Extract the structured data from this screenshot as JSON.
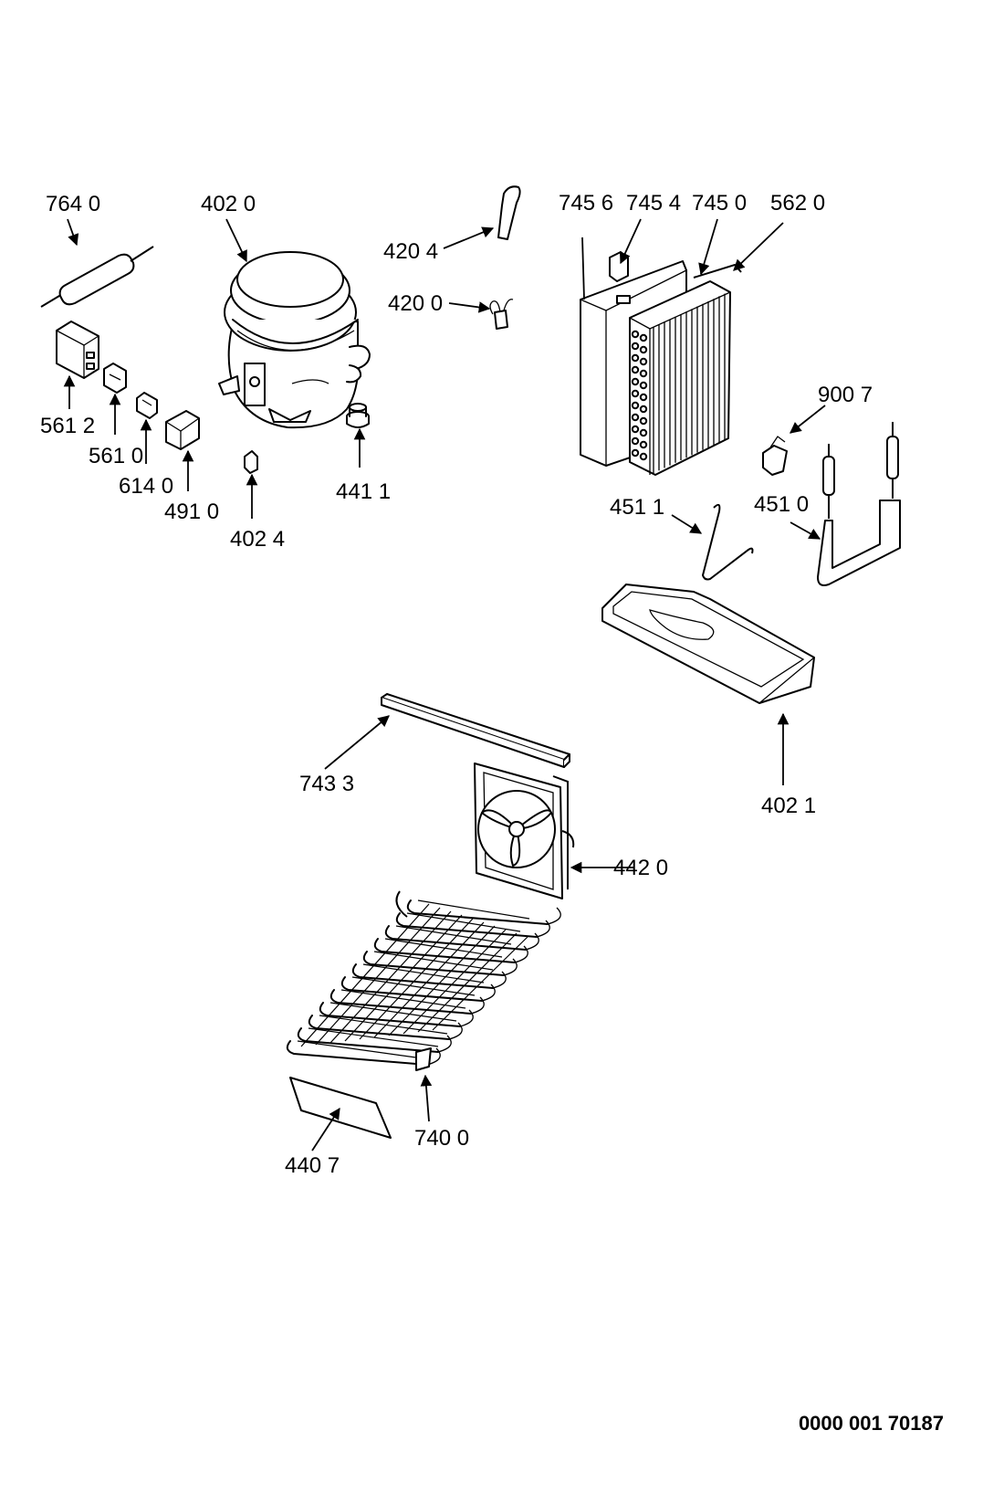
{
  "part_labels": {
    "p7640": "764 0",
    "p4020": "402 0",
    "p4204": "420 4",
    "p4200": "420 0",
    "p7456": "745 6",
    "p7454": "745 4",
    "p7450": "745 0",
    "p5620": "562 0",
    "p5612": "561 2",
    "p5610": "561 0",
    "p6140": "614 0",
    "p4910": "491 0",
    "p4024": "402 4",
    "p4411": "441 1",
    "p9007": "900 7",
    "p4511": "451 1",
    "p4510": "451 0",
    "p4021": "402 1",
    "p7433": "743 3",
    "p4420": "442 0",
    "p7400": "740 0",
    "p4407": "440 7"
  },
  "document_number": "0000 001 70187"
}
